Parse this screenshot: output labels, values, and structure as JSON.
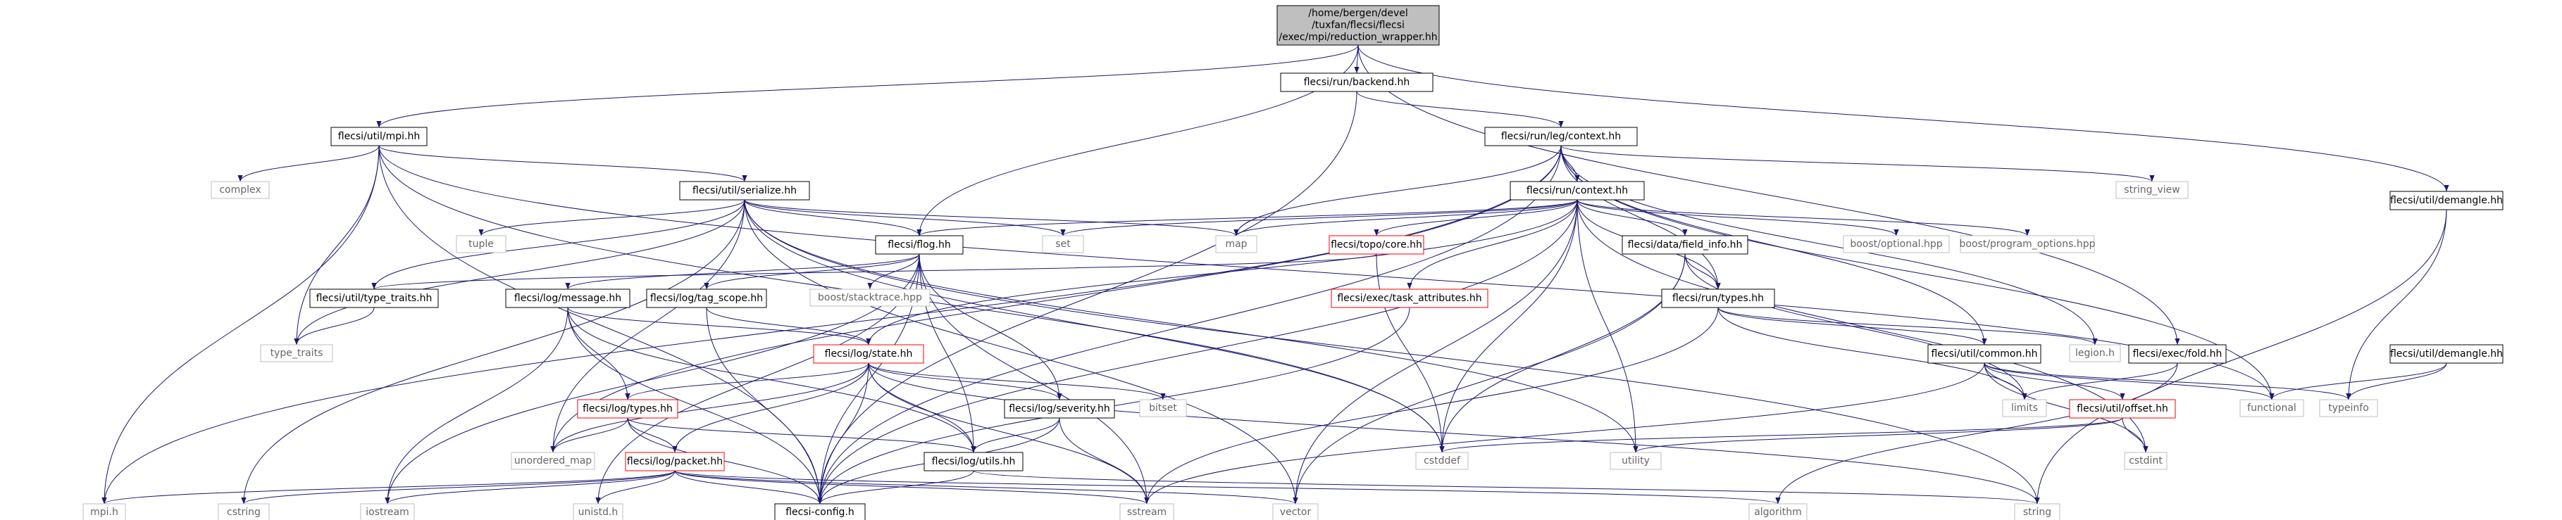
{
  "graph": {
    "root": "n0",
    "colors": {
      "edge": "#191970",
      "root_fill": "#bfbfbf",
      "doc_fill": "#ffffff",
      "doc_border": "#000000",
      "doc_text": "#000000",
      "missing_border": "#ff0000",
      "system_border": "#bfbfbf",
      "system_text": "#666666"
    },
    "nodes": {
      "n0": {
        "lines": [
          "/home/bergen/devel",
          "/tuxfan/flecsi/flecsi",
          "/exec/mpi/reduction_wrapper.hh"
        ],
        "kind": "root"
      },
      "n1": {
        "lines": [
          "flecsi/run/backend.hh"
        ],
        "kind": "doc"
      },
      "n2": {
        "lines": [
          "flecsi/util/mpi.hh"
        ],
        "kind": "doc"
      },
      "n3": {
        "lines": [
          "flecsi/run/leg/context.hh"
        ],
        "kind": "doc"
      },
      "n4": {
        "lines": [
          "flecsi/util/demangle.hh"
        ],
        "kind": "doc"
      },
      "n5": {
        "lines": [
          "complex"
        ],
        "kind": "system"
      },
      "n6": {
        "lines": [
          "flecsi/util/serialize.hh"
        ],
        "kind": "doc"
      },
      "n7": {
        "lines": [
          "flecsi/run/context.hh"
        ],
        "kind": "doc"
      },
      "n8": {
        "lines": [
          "string_view"
        ],
        "kind": "system"
      },
      "n9": {
        "lines": [
          "tuple"
        ],
        "kind": "system"
      },
      "n10": {
        "lines": [
          "flecsi/flog.hh"
        ],
        "kind": "doc"
      },
      "n11": {
        "lines": [
          "set"
        ],
        "kind": "system"
      },
      "n12": {
        "lines": [
          "map"
        ],
        "kind": "system"
      },
      "n13": {
        "lines": [
          "flecsi/topo/core.hh"
        ],
        "kind": "missing"
      },
      "n14": {
        "lines": [
          "flecsi/data/field_info.hh"
        ],
        "kind": "doc"
      },
      "n15": {
        "lines": [
          "boost/optional.hpp"
        ],
        "kind": "system"
      },
      "n16": {
        "lines": [
          "boost/program_options.hpp"
        ],
        "kind": "system"
      },
      "n17": {
        "lines": [
          "flecsi/util/type_traits.hh"
        ],
        "kind": "doc"
      },
      "n18": {
        "lines": [
          "flecsi/log/message.hh"
        ],
        "kind": "doc"
      },
      "n19": {
        "lines": [
          "flecsi/log/tag_scope.hh"
        ],
        "kind": "doc"
      },
      "n20": {
        "lines": [
          "boost/stacktrace.hpp"
        ],
        "kind": "system"
      },
      "n21": {
        "lines": [
          "flecsi/exec/task_attributes.hh"
        ],
        "kind": "missing"
      },
      "n22": {
        "lines": [
          "flecsi/run/types.hh"
        ],
        "kind": "doc"
      },
      "n23": {
        "lines": [
          "type_traits"
        ],
        "kind": "system"
      },
      "n24": {
        "lines": [
          "flecsi/log/state.hh"
        ],
        "kind": "missing"
      },
      "n25": {
        "lines": [
          "flecsi/util/common.hh"
        ],
        "kind": "doc"
      },
      "n26": {
        "lines": [
          "legion.h"
        ],
        "kind": "system"
      },
      "n27": {
        "lines": [
          "flecsi/exec/fold.hh"
        ],
        "kind": "doc"
      },
      "n28": {
        "lines": [
          "flecsi/util/demangle.hh"
        ],
        "kind": "doc"
      },
      "n29": {
        "lines": [
          "flecsi/log/types.hh"
        ],
        "kind": "missing"
      },
      "n30": {
        "lines": [
          "flecsi/log/severity.hh"
        ],
        "kind": "doc"
      },
      "n31": {
        "lines": [
          "bitset"
        ],
        "kind": "system"
      },
      "n32": {
        "lines": [
          "limits"
        ],
        "kind": "system"
      },
      "n33": {
        "lines": [
          "flecsi/util/offset.hh"
        ],
        "kind": "missing"
      },
      "n34": {
        "lines": [
          "functional"
        ],
        "kind": "system"
      },
      "n35": {
        "lines": [
          "typeinfo"
        ],
        "kind": "system"
      },
      "n36": {
        "lines": [
          "unordered_map"
        ],
        "kind": "system"
      },
      "n37": {
        "lines": [
          "flecsi/log/utils.hh"
        ],
        "kind": "doc"
      },
      "n38": {
        "lines": [
          "flecsi/log/packet.hh"
        ],
        "kind": "missing"
      },
      "n39": {
        "lines": [
          "cstddef"
        ],
        "kind": "system"
      },
      "n40": {
        "lines": [
          "utility"
        ],
        "kind": "system"
      },
      "n41": {
        "lines": [
          "cstdint"
        ],
        "kind": "system"
      },
      "n42": {
        "lines": [
          "mpi.h"
        ],
        "kind": "system"
      },
      "n43": {
        "lines": [
          "cstring"
        ],
        "kind": "system"
      },
      "n44": {
        "lines": [
          "iostream"
        ],
        "kind": "system"
      },
      "n45": {
        "lines": [
          "unistd.h"
        ],
        "kind": "system"
      },
      "n46": {
        "lines": [
          "flecsi-config.h"
        ],
        "kind": "doc"
      },
      "n47": {
        "lines": [
          "sstream"
        ],
        "kind": "system"
      },
      "n48": {
        "lines": [
          "vector"
        ],
        "kind": "system"
      },
      "n49": {
        "lines": [
          "algorithm"
        ],
        "kind": "system"
      },
      "n50": {
        "lines": [
          "string"
        ],
        "kind": "system"
      }
    },
    "edges": [
      [
        "n0",
        "n1"
      ],
      [
        "n0",
        "n2"
      ],
      [
        "n0",
        "n10"
      ],
      [
        "n0",
        "n27"
      ],
      [
        "n0",
        "n4"
      ],
      [
        "n1",
        "n3"
      ],
      [
        "n1",
        "n46"
      ],
      [
        "n2",
        "n5"
      ],
      [
        "n2",
        "n6"
      ],
      [
        "n2",
        "n23"
      ],
      [
        "n2",
        "n42"
      ],
      [
        "n2",
        "n46"
      ],
      [
        "n2",
        "n39"
      ],
      [
        "n2",
        "n34"
      ],
      [
        "n3",
        "n7"
      ],
      [
        "n3",
        "n8"
      ],
      [
        "n3",
        "n12"
      ],
      [
        "n3",
        "n22"
      ],
      [
        "n3",
        "n26"
      ],
      [
        "n3",
        "n25"
      ],
      [
        "n3",
        "n42"
      ],
      [
        "n3",
        "n36"
      ],
      [
        "n3",
        "n46"
      ],
      [
        "n3",
        "n34"
      ],
      [
        "n4",
        "n35"
      ],
      [
        "n4",
        "n50"
      ],
      [
        "n6",
        "n9"
      ],
      [
        "n6",
        "n10"
      ],
      [
        "n6",
        "n11"
      ],
      [
        "n6",
        "n12"
      ],
      [
        "n6",
        "n17"
      ],
      [
        "n6",
        "n23"
      ],
      [
        "n6",
        "n36"
      ],
      [
        "n6",
        "n39"
      ],
      [
        "n6",
        "n40"
      ],
      [
        "n6",
        "n48"
      ],
      [
        "n6",
        "n43"
      ],
      [
        "n6",
        "n50"
      ],
      [
        "n7",
        "n10"
      ],
      [
        "n7",
        "n11"
      ],
      [
        "n7",
        "n12"
      ],
      [
        "n7",
        "n13"
      ],
      [
        "n7",
        "n14"
      ],
      [
        "n7",
        "n15"
      ],
      [
        "n7",
        "n16"
      ],
      [
        "n7",
        "n21"
      ],
      [
        "n7",
        "n22"
      ],
      [
        "n7",
        "n46"
      ],
      [
        "n7",
        "n39"
      ],
      [
        "n7",
        "n40"
      ],
      [
        "n7",
        "n48"
      ],
      [
        "n7",
        "n41"
      ],
      [
        "n7",
        "n24"
      ],
      [
        "n10",
        "n18"
      ],
      [
        "n10",
        "n19"
      ],
      [
        "n10",
        "n20"
      ],
      [
        "n10",
        "n30"
      ],
      [
        "n10",
        "n37"
      ],
      [
        "n10",
        "n46"
      ],
      [
        "n10",
        "n44"
      ],
      [
        "n10",
        "n45"
      ],
      [
        "n10",
        "n47"
      ],
      [
        "n13",
        "n17"
      ],
      [
        "n13",
        "n39"
      ],
      [
        "n14",
        "n22"
      ],
      [
        "n14",
        "n32"
      ],
      [
        "n14",
        "n39"
      ],
      [
        "n14",
        "n48"
      ],
      [
        "n17",
        "n23"
      ],
      [
        "n18",
        "n24"
      ],
      [
        "n18",
        "n29"
      ],
      [
        "n18",
        "n37"
      ],
      [
        "n18",
        "n46"
      ],
      [
        "n18",
        "n44"
      ],
      [
        "n19",
        "n24"
      ],
      [
        "n19",
        "n46"
      ],
      [
        "n21",
        "n46"
      ],
      [
        "n22",
        "n25"
      ],
      [
        "n22",
        "n26"
      ],
      [
        "n22",
        "n32"
      ],
      [
        "n22",
        "n47"
      ],
      [
        "n24",
        "n29"
      ],
      [
        "n24",
        "n30"
      ],
      [
        "n24",
        "n37"
      ],
      [
        "n24",
        "n31"
      ],
      [
        "n24",
        "n36"
      ],
      [
        "n24",
        "n38"
      ],
      [
        "n24",
        "n46"
      ],
      [
        "n24",
        "n47"
      ],
      [
        "n24",
        "n50"
      ],
      [
        "n25",
        "n32"
      ],
      [
        "n25",
        "n33"
      ],
      [
        "n25",
        "n34"
      ],
      [
        "n25",
        "n35"
      ],
      [
        "n25",
        "n41"
      ],
      [
        "n25",
        "n47"
      ],
      [
        "n27",
        "n32"
      ],
      [
        "n27",
        "n49"
      ],
      [
        "n28",
        "n35"
      ],
      [
        "n28",
        "n34"
      ],
      [
        "n29",
        "n36"
      ],
      [
        "n29",
        "n37"
      ],
      [
        "n29",
        "n38"
      ],
      [
        "n29",
        "n46"
      ],
      [
        "n30",
        "n37"
      ],
      [
        "n30",
        "n46"
      ],
      [
        "n30",
        "n47"
      ],
      [
        "n33",
        "n39"
      ],
      [
        "n33",
        "n40"
      ],
      [
        "n33",
        "n41"
      ],
      [
        "n37",
        "n46"
      ],
      [
        "n37",
        "n50"
      ],
      [
        "n38",
        "n42"
      ],
      [
        "n38",
        "n43"
      ],
      [
        "n38",
        "n44"
      ],
      [
        "n38",
        "n45"
      ],
      [
        "n38",
        "n46"
      ],
      [
        "n38",
        "n47"
      ],
      [
        "n38",
        "n48"
      ],
      [
        "n38",
        "n49"
      ]
    ]
  }
}
